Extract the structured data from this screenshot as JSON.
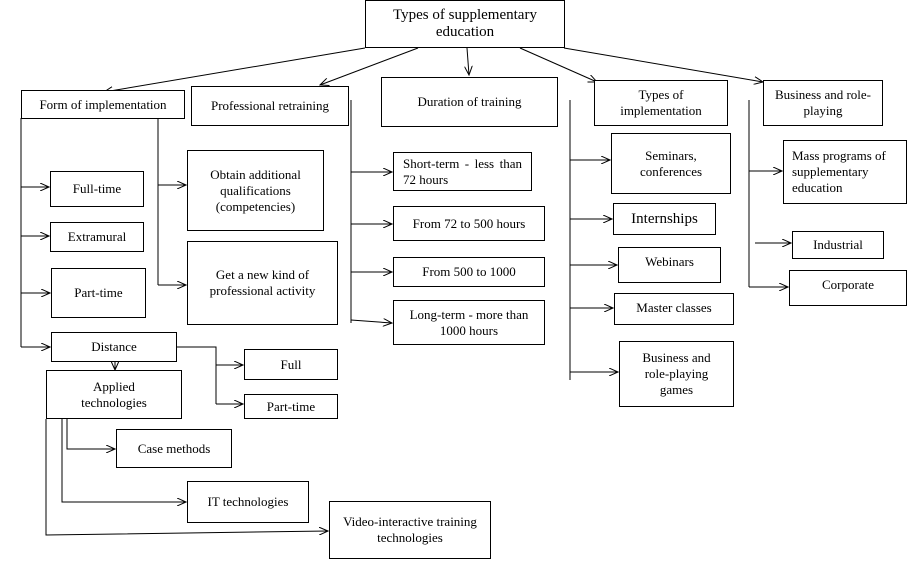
{
  "diagram": {
    "root": "Types of supplementary education",
    "categories": {
      "form": "Form of implementation",
      "retraining": "Professional retraining",
      "duration": "Duration of training",
      "types": "Types of implementation",
      "business": "Business and role-playing"
    },
    "form_items": {
      "full_time": "Full-time",
      "extramural": "Extramural",
      "part_time": "Part-time",
      "distance": "Distance",
      "distance_full": "Full",
      "distance_part_time": "Part-time",
      "applied": "Applied technologies",
      "case": "Case methods",
      "it": "IT technologies",
      "video": "Video-interactive training technologies"
    },
    "retraining_items": {
      "obtain": "Obtain additional qualifications (competencies)",
      "new_kind": "Get a new kind of professional activity"
    },
    "duration_items": {
      "short": "Short-term - less than 72 hours",
      "from72": "From 72 to 500 hours",
      "from500": "From 500 to 1000",
      "long": "Long-term - more than 1000 hours"
    },
    "types_items": {
      "seminars": "Seminars, conferences",
      "internships": "Internships",
      "webinars": "Webinars",
      "master": "Master classes",
      "games": "Business and role-playing games"
    },
    "business_items": {
      "mass": "Mass programs of supplementary education",
      "industrial": "Industrial",
      "corporate": "Corporate"
    }
  }
}
